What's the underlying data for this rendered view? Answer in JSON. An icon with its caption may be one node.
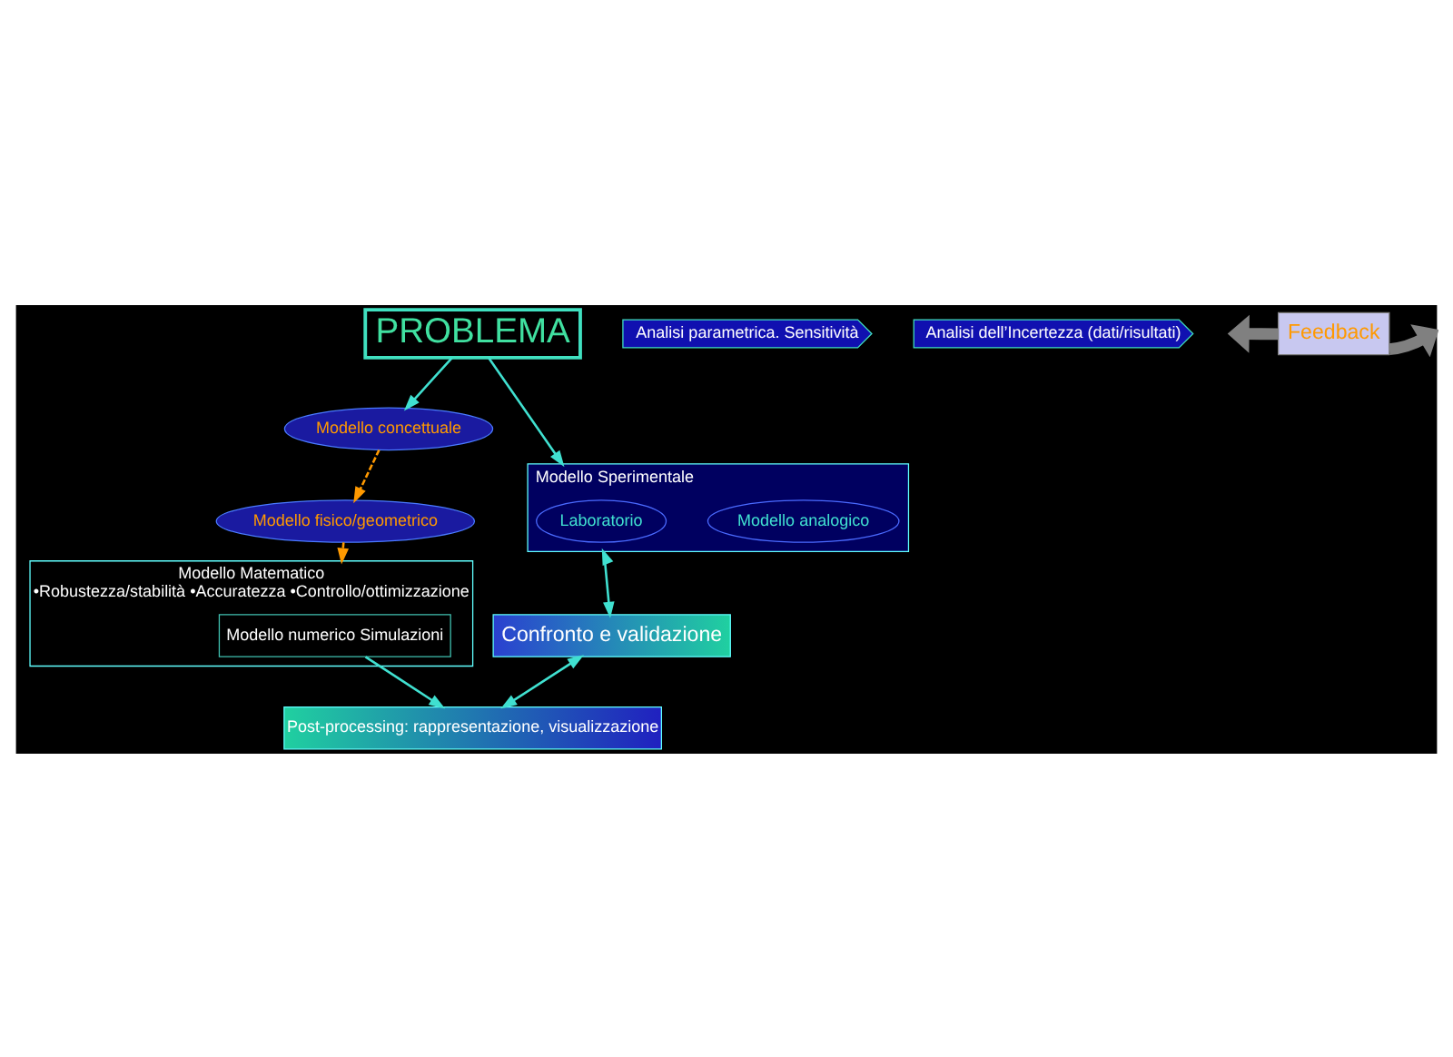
{
  "diagram": {
    "nodes": [
      {
        "text": [
          "Modello concettuale"
        ]
      },
      {
        "text": [
          "Modello fisico/geometrico"
        ]
      },
      {
        "text": [
          "PROBLEMA"
        ]
      },
      {
        "text": [
          "Modello Sperimentale"
        ]
      },
      {
        "text": [
          "Modello analogico"
        ],
        "in": 3
      },
      {
        "text": [
          "Laboratorio"
        ],
        "in": 3
      },
      {
        "text": [
          "Analisi parametrica. Sensitività"
        ]
      },
      {
        "text": [
          "Analisi dell’Incertezza (dati/risultati)"
        ]
      },
      {
        "text": [
          "Modello Matematico",
          "•Robustezza/stabilità •Accuratezza •Controllo/ottimizzazione"
        ]
      },
      {
        "text": [
          "Modello numerico Simulazioni"
        ],
        "in": 8
      },
      {
        "text": [
          "Feedback"
        ]
      },
      {
        "text": [
          "Confronto e validazione"
        ]
      },
      {
        "text": [
          "Post-processing: rappresentazione, visualizzazione"
        ]
      }
    ],
    "edges": [
      {
        "from": 2,
        "to": 0,
        "arrow": "to"
      },
      {
        "from": 0,
        "to": 1,
        "arrow": "to",
        "style": "dashed",
        "color": "#ff9900"
      },
      {
        "from": 1,
        "to": 8,
        "arrow": "to",
        "style": "dashed",
        "color": "#ff9900"
      },
      {
        "from": 2,
        "to": 3,
        "arrow": "to"
      },
      {
        "from": 10,
        "to": null,
        "arrow": "to",
        "style": "thick",
        "color": "#808080"
      },
      {
        "from": 10,
        "to": null,
        "arrow": "to",
        "style": "thick",
        "color": "#808080"
      },
      {
        "from": 9,
        "to": 12,
        "arrow": "to"
      },
      {
        "from": 3,
        "to": 11,
        "arrow": "both"
      },
      {
        "from": 11,
        "to": 12,
        "arrow": "both"
      }
    ]
  }
}
